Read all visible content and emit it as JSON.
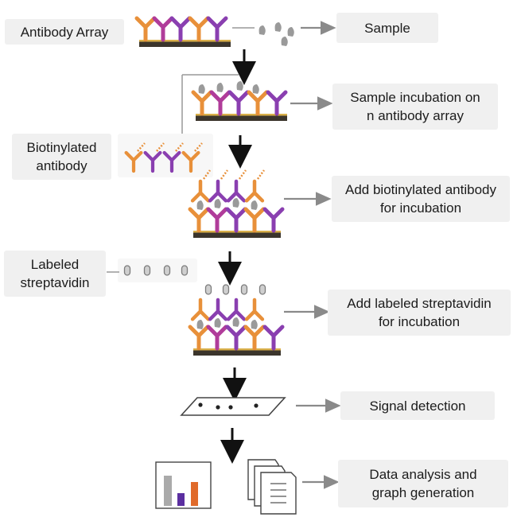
{
  "labels": {
    "antibody_array": "Antibody Array",
    "sample": "Sample",
    "step1_line1": "Sample incubation on",
    "step1_line2": "n antibody array",
    "biotinylated_line1": "Biotinylated",
    "biotinylated_line2": "antibody",
    "step2_line1": "Add biotinylated antibody",
    "step2_line2": "for incubation",
    "labeled_line1": "Labeled",
    "labeled_line2": "streptavidin",
    "step3_line1": "Add labeled streptavidin",
    "step3_line2": "for incubation",
    "signal": "Signal detection",
    "data_line1": "Data analysis and",
    "data_line2": "graph generation"
  },
  "colors": {
    "orange": "#e8903a",
    "purple": "#8a3fb0",
    "magenta": "#b03c9a",
    "slide": "#3b352c",
    "slide_edge": "#d9b04a",
    "arrow_dark": "#111111",
    "arrow_gray": "#8a8a8a",
    "label_bg": "#f0f0f0",
    "sample_gray": "#9a9a9a",
    "bar_purple": "#5b2fa0",
    "bar_orange": "#e06a2a",
    "bar_gray": "#aaaaaa"
  },
  "icons": [
    "antibody-icon",
    "antigen-icon",
    "streptavidin-bead-icon",
    "slide-icon",
    "bar-chart-icon",
    "document-stack-icon",
    "arrow-icon"
  ]
}
